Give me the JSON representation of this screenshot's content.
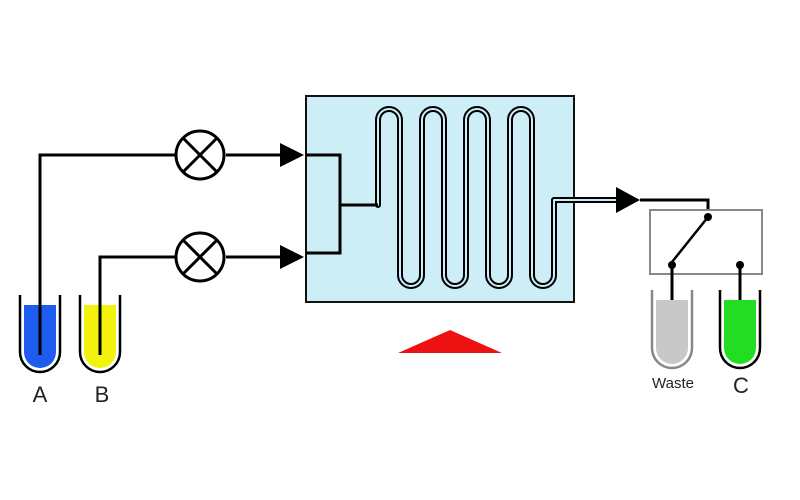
{
  "containers": {
    "a": {
      "label": "A",
      "color": "#1e5cf0"
    },
    "b": {
      "label": "B",
      "color": "#f2f20c"
    },
    "waste": {
      "label": "Waste",
      "color": "#c8c8c8"
    },
    "c": {
      "label": "C",
      "color": "#22dd22"
    }
  },
  "reactor": {
    "fill": "#cdeef7"
  },
  "heater": {
    "color": "#ee1111"
  },
  "line_color": "#000000"
}
